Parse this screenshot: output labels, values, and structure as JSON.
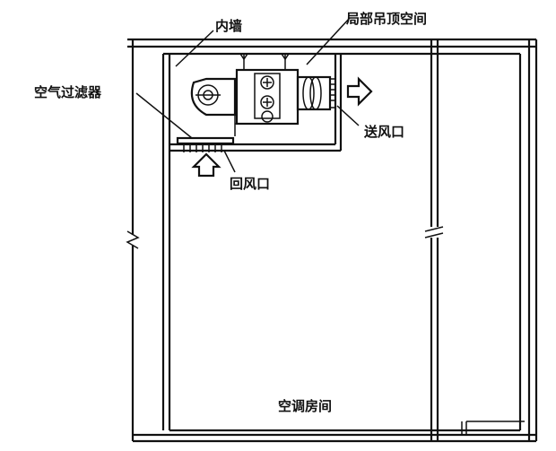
{
  "labels": {
    "inner_wall": "内墙",
    "local_ceiling": "局部吊顶空间",
    "air_filter": "空气过滤器",
    "supply_outlet": "送风口",
    "return_inlet": "回风口",
    "ac_room": "空调房间"
  },
  "colors": {
    "line": "#111111",
    "background": "#ffffff"
  }
}
